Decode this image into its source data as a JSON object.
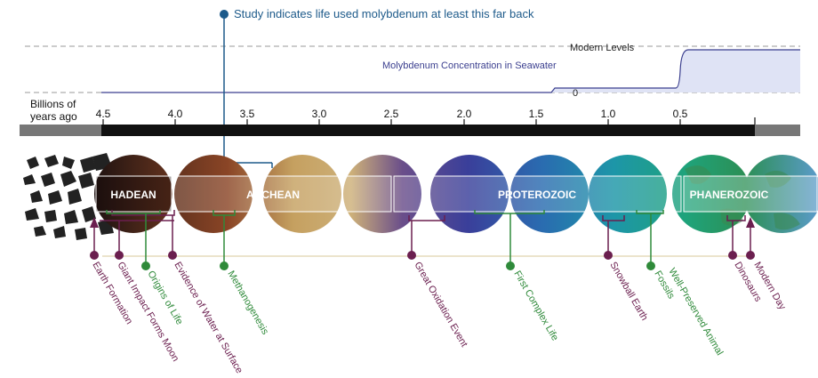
{
  "study_note": "Study indicates life used molybdenum at least this far back",
  "concentration": {
    "modern_label": "Modern Levels",
    "zero_label": "0",
    "series_label": "Molybdenum Concentration in Seawater"
  },
  "axis": {
    "title_line1": "Billions of",
    "title_line2": "years ago",
    "ticks": [
      "4.5",
      "4.0",
      "3.5",
      "3.0",
      "2.5",
      "2.0",
      "1.5",
      "1.0",
      "0.5"
    ]
  },
  "eons": {
    "hadean": "HADEAN",
    "archean": "ARCHEAN",
    "proterozoic": "PROTEROZOIC",
    "phanerozoic": "PHANEROZOIC"
  },
  "events": [
    {
      "label": "Earth Formation",
      "kind": "geologic"
    },
    {
      "label": "Giant Impact Forms Moon",
      "kind": "geologic"
    },
    {
      "label": "Origins of Life",
      "kind": "biologic"
    },
    {
      "label": "Evidence of Water at Surface",
      "kind": "geologic"
    },
    {
      "label": "Methanogenesis",
      "kind": "biologic"
    },
    {
      "label": "Great Oxidation Event",
      "kind": "geologic"
    },
    {
      "label": "First Complex Life",
      "kind": "biologic"
    },
    {
      "label": "Snowball Earth",
      "kind": "geologic"
    },
    {
      "label": "Well-Preserved Animal",
      "kind": "biologic"
    },
    {
      "label": "Fossils",
      "kind": "biologic"
    },
    {
      "label": "Dinosaurs",
      "kind": "geologic"
    },
    {
      "label": "Modern Day",
      "kind": "geologic"
    }
  ],
  "colors": {
    "geologic": "#6b1f4f",
    "biologic": "#2f8a3a",
    "study": "#1d5a8a",
    "curve": "#3b3f8f"
  }
}
